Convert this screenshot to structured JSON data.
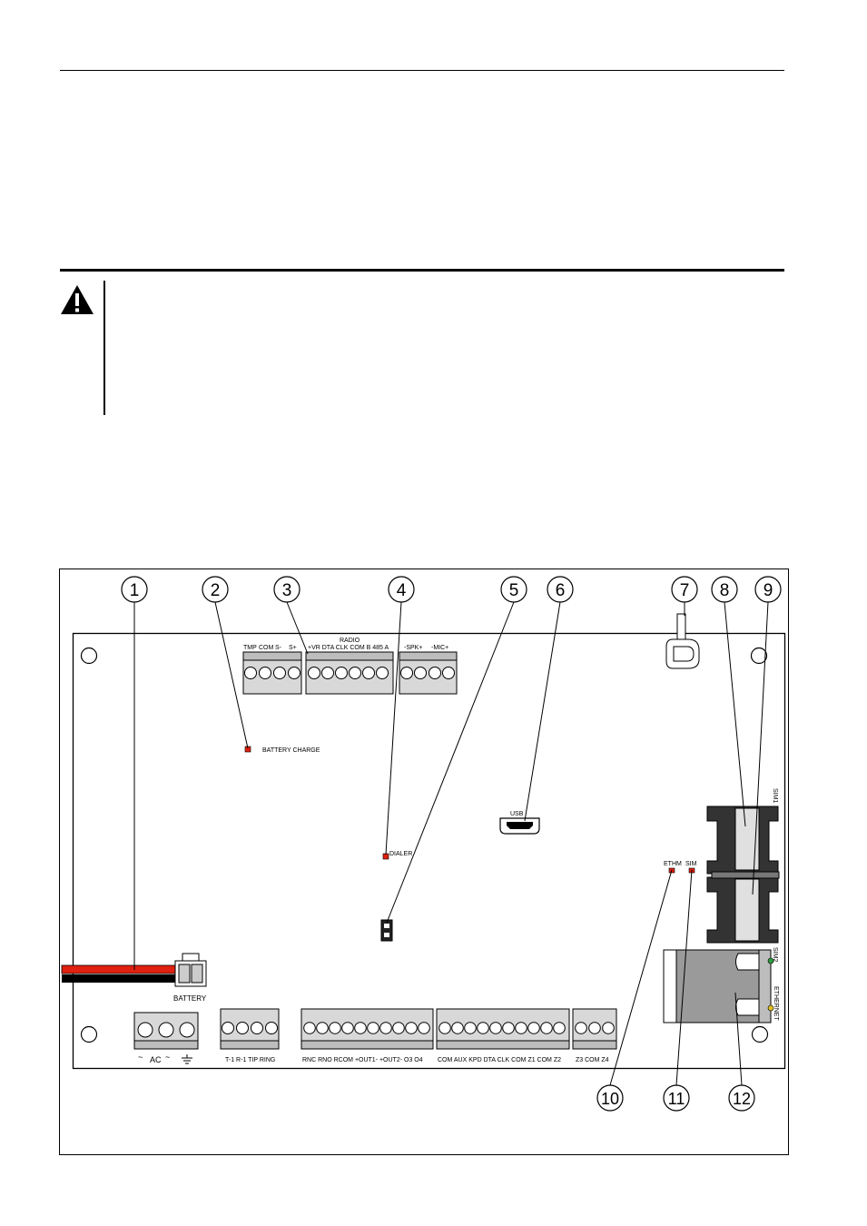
{
  "figure": {
    "terminals": {
      "radio_title": "RADIO",
      "tmp": "TMP",
      "com_top": "COM",
      "s_minus": "S-",
      "s_plus": "S+",
      "radio_pins": "+VR DTA CLK COM B 485 A",
      "spk": "-SPK+",
      "mic": "-MIC+",
      "ac": "AC",
      "telco": "T-1  R-1  TIP RING",
      "outputs": "RNC RNO RCOM +OUT1-   +OUT2-   O3  O4",
      "zones": "COM AUX KPD DTA  CLK COM  Z1  COM  Z2",
      "zones2": "Z3  COM  Z4"
    },
    "labels": {
      "battery_charge": "BATTERY CHARGE",
      "dialer": "DIALER",
      "usb": "USB",
      "ethm": "ETHM",
      "sim": "SIM",
      "sim1": "SIM1",
      "sim2": "SIM2",
      "ethernet": "ETHERNET",
      "battery": "BATTERY"
    },
    "callouts": [
      "1",
      "2",
      "3",
      "4",
      "5",
      "6",
      "7",
      "8",
      "9",
      "10",
      "11",
      "12"
    ],
    "colors": {
      "led_red": "#e02010",
      "led_green": "#2fa040",
      "led_yellow": "#e0c020",
      "wire_red": "#e02010",
      "wire_black": "#000000",
      "terminal_gray": "#d8d8d8"
    }
  }
}
